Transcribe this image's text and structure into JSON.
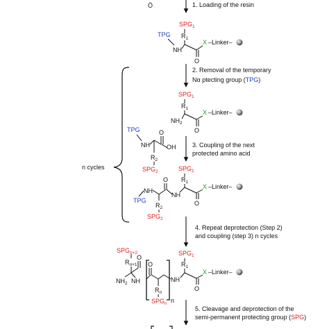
{
  "steps": [
    "1. Loading of the resin",
    "2. Removal of the temporary",
    "Nα ptecting group (",
    "TPG",
    ")",
    "3. Coupling of the next",
    "protected amino acid",
    "4. Repeat deprotection (Step 2)",
    "and coupling (step 3) n cycles",
    "5. Cleavage and  deprotection of the",
    "semi-permanent protecting group (",
    "SPG",
    ")"
  ],
  "cycle_label": "n cycles",
  "atoms": {
    "spg": "SPG",
    "tpg": "TPG",
    "r": "R",
    "nh": "NH",
    "nh2": "NH",
    "o": "O",
    "oh": "OH",
    "x": "X",
    "linker": "Linker",
    "n": "n",
    "n_plus_1": "n+1",
    "n_plus_2": "n+2",
    "one": "1",
    "two": "2",
    "top_o": "Ö"
  },
  "colors": {
    "protecting_spg": "#e01b1b",
    "protecting_tpg": "#1d3fbf",
    "x_atom": "#1d9a2a",
    "bead": "#8a8a8a"
  }
}
